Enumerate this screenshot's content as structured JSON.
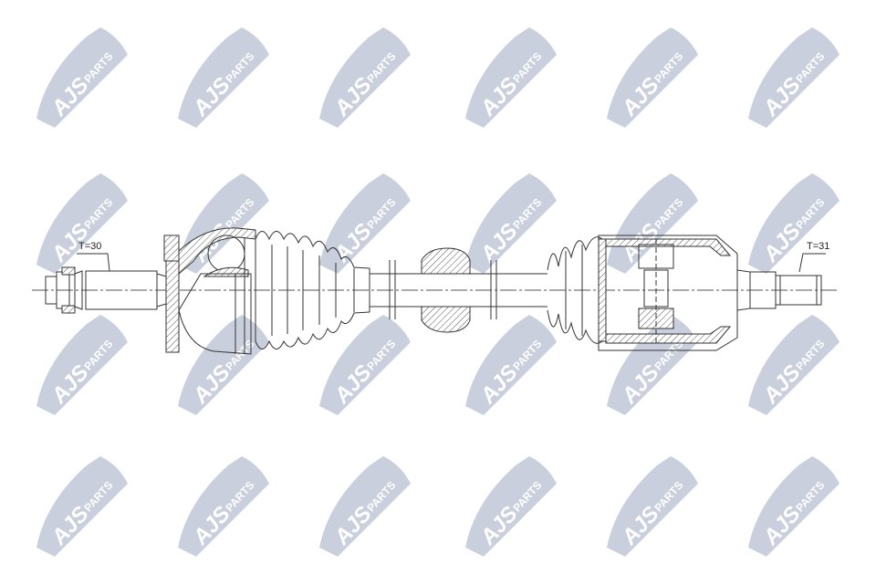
{
  "watermark": {
    "text": "AJS PARTS",
    "brand": "AJS",
    "suffix": "PARTS",
    "color": "#c9cfdc"
  },
  "drawing": {
    "left_label": "T=30",
    "right_label": "T=31",
    "line_color": "#333333",
    "hatch_color": "#555555"
  }
}
